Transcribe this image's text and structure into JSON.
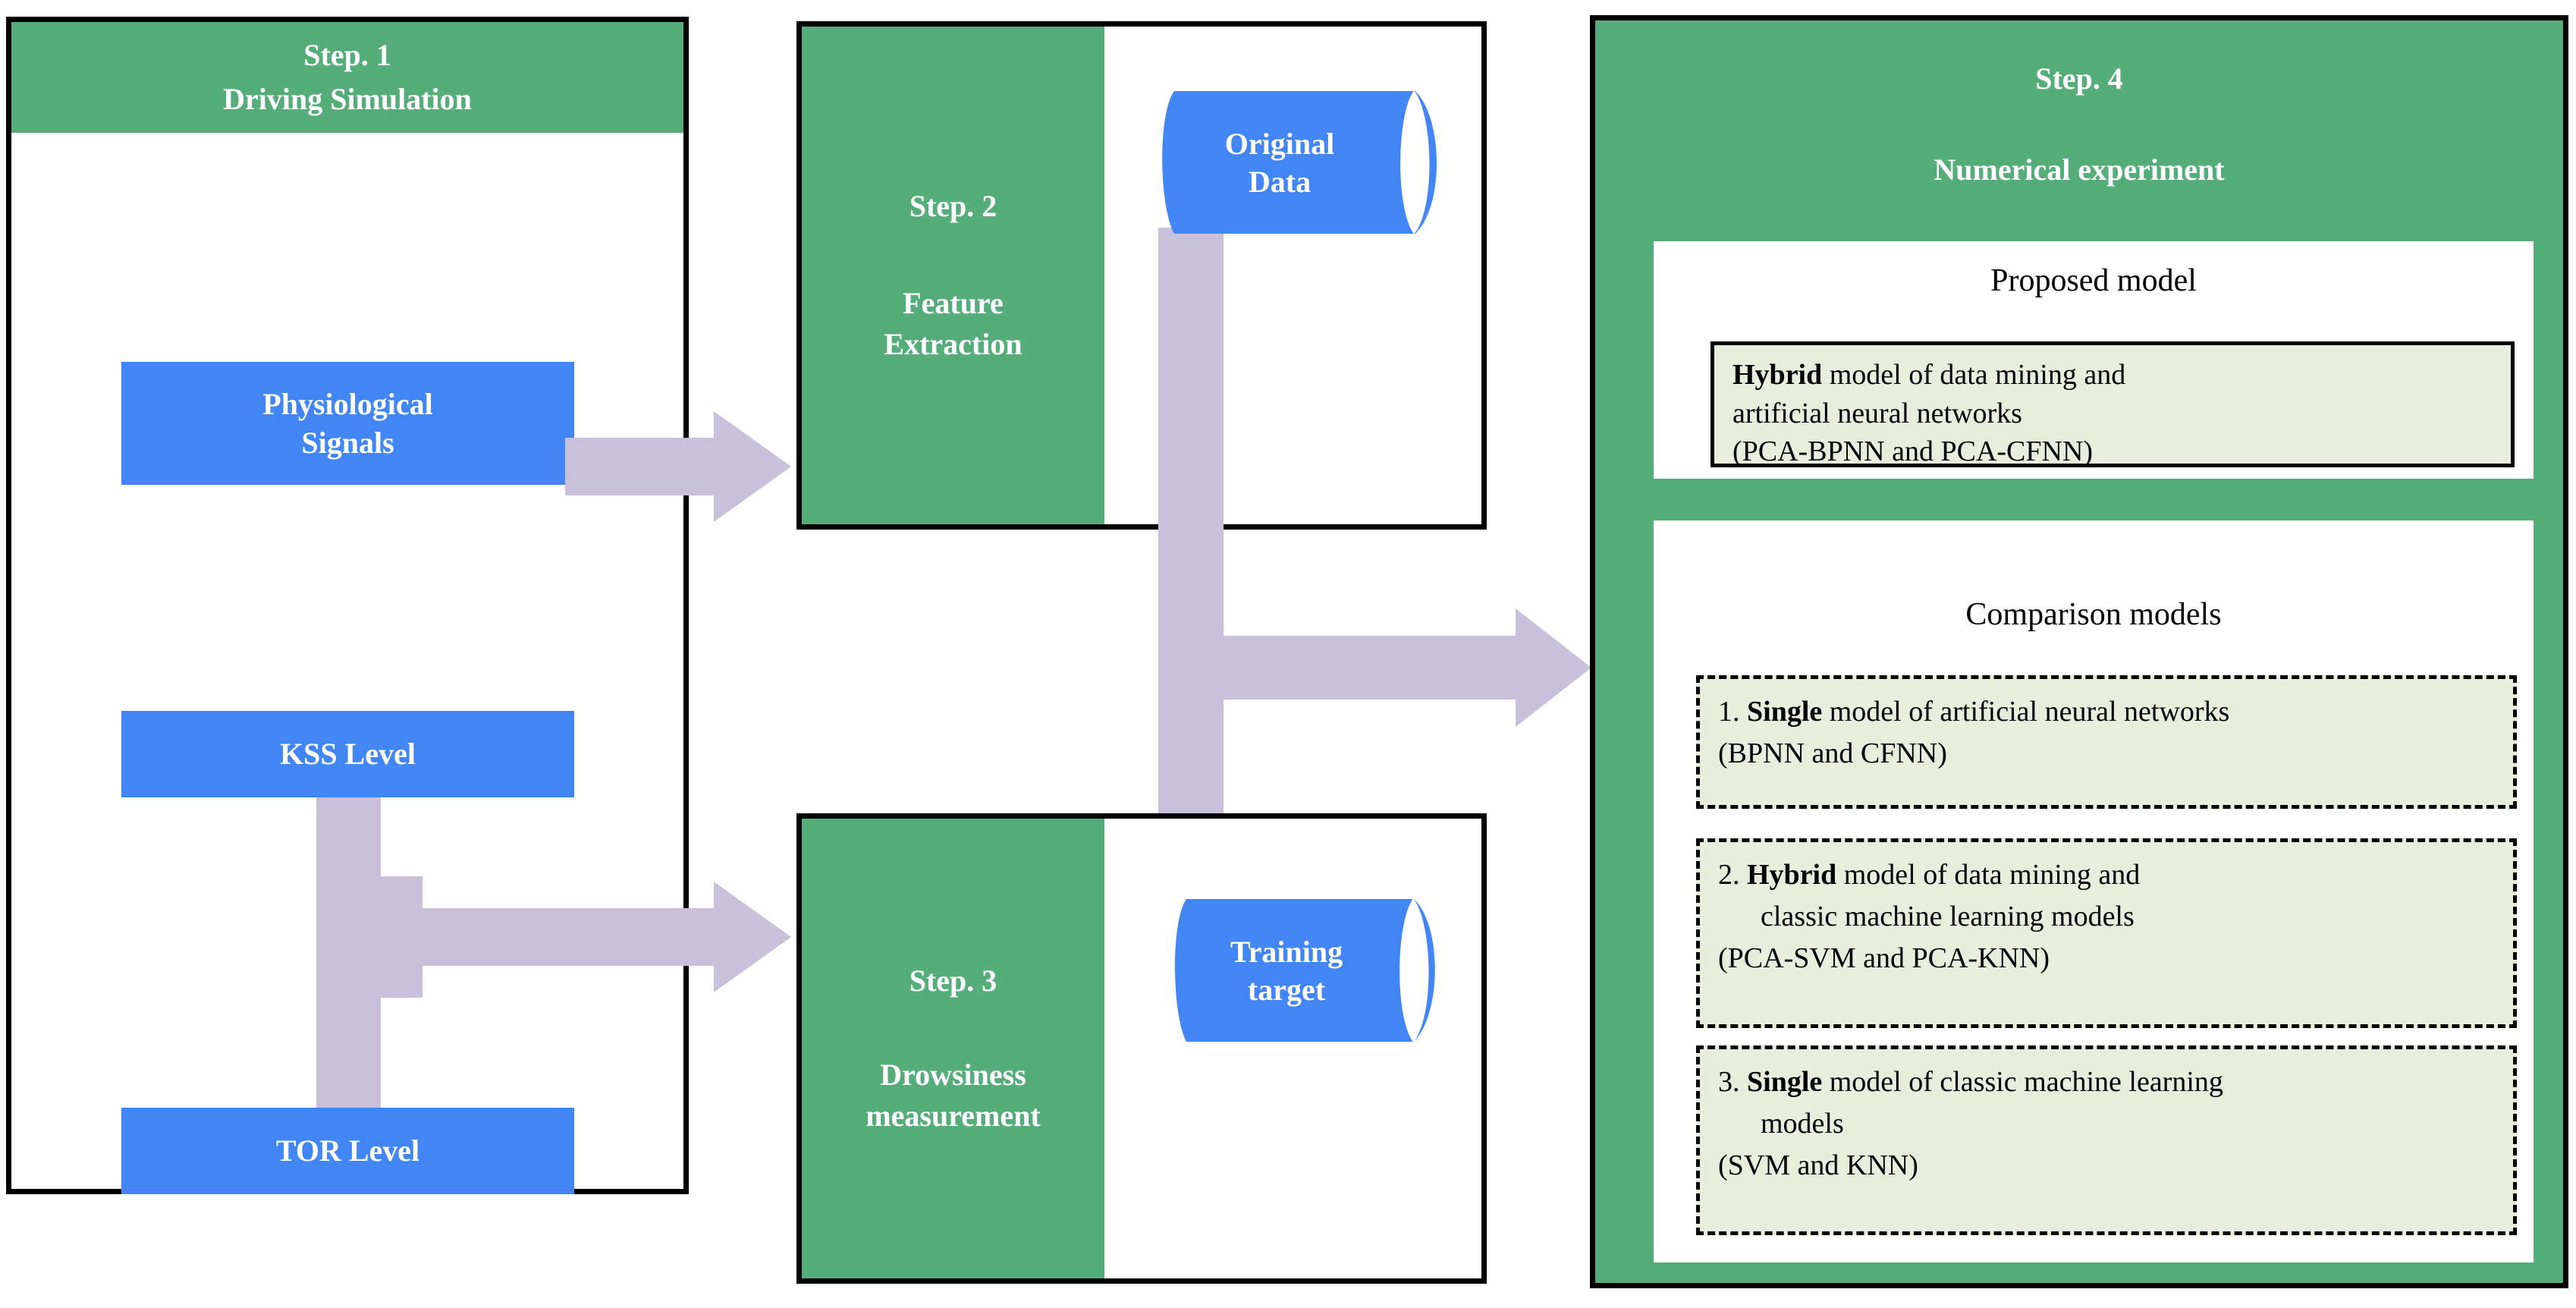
{
  "diagram": {
    "title": "Research framework flowchart",
    "colors": {
      "green": "#55AE7A",
      "blue": "#4285F4",
      "lavender": "#C9C1DC",
      "light_green_fill": "#E8EEDC",
      "outline": "#000000",
      "white": "#FFFFFF"
    }
  },
  "step1": {
    "header_line1": "Step. 1",
    "header_line2": "Driving Simulation",
    "boxes": [
      {
        "line1": "Physiological",
        "line2": "Signals"
      },
      {
        "line1": "KSS  Level",
        "line2": ""
      },
      {
        "line1": "TOR  Level",
        "line2": ""
      }
    ]
  },
  "step2": {
    "header_line1": "Step. 2",
    "header_line2": "Feature",
    "header_line3": "Extraction",
    "cylinder": {
      "line1": "Original",
      "line2": "Data"
    }
  },
  "step3": {
    "header_line1": "Step. 3",
    "header_line2": "Drowsiness",
    "header_line3": "measurement",
    "cylinder": {
      "line1": "Training",
      "line2": "target"
    }
  },
  "step4": {
    "header_line1": "Step. 4",
    "header_line2": "Numerical experiment",
    "proposed": {
      "title": "Proposed model",
      "box": {
        "line1_bold": "Hybrid",
        "line1_rest": " model of data mining and",
        "line2": "artificial neural networks",
        "line3": "(PCA-BPNN and PCA-CFNN)"
      }
    },
    "comparison": {
      "title": "Comparison models",
      "items": [
        {
          "number": "1.",
          "line1_bold": "Single",
          "line1_rest": " model of artificial neural networks",
          "line2": "(BPNN and CFNN)",
          "line3": ""
        },
        {
          "number": "2.",
          "line1_bold": "Hybrid",
          "line1_rest": " model of data mining  and",
          "line2": "classic machine learning models",
          "line3": "(PCA-SVM and PCA-KNN)"
        },
        {
          "number": "3.",
          "line1_bold": "Single",
          "line1_rest": " model of classic machine learning",
          "line2": "models",
          "line3": "(SVM and KNN)"
        }
      ]
    }
  },
  "arrows": {
    "signals_to_step2": "arrow-right",
    "levels_to_step3": "arrow-right",
    "data_to_step4": "arrow-right",
    "original_to_training": "vertical-connector",
    "kss_to_tor": "vertical-connector"
  }
}
